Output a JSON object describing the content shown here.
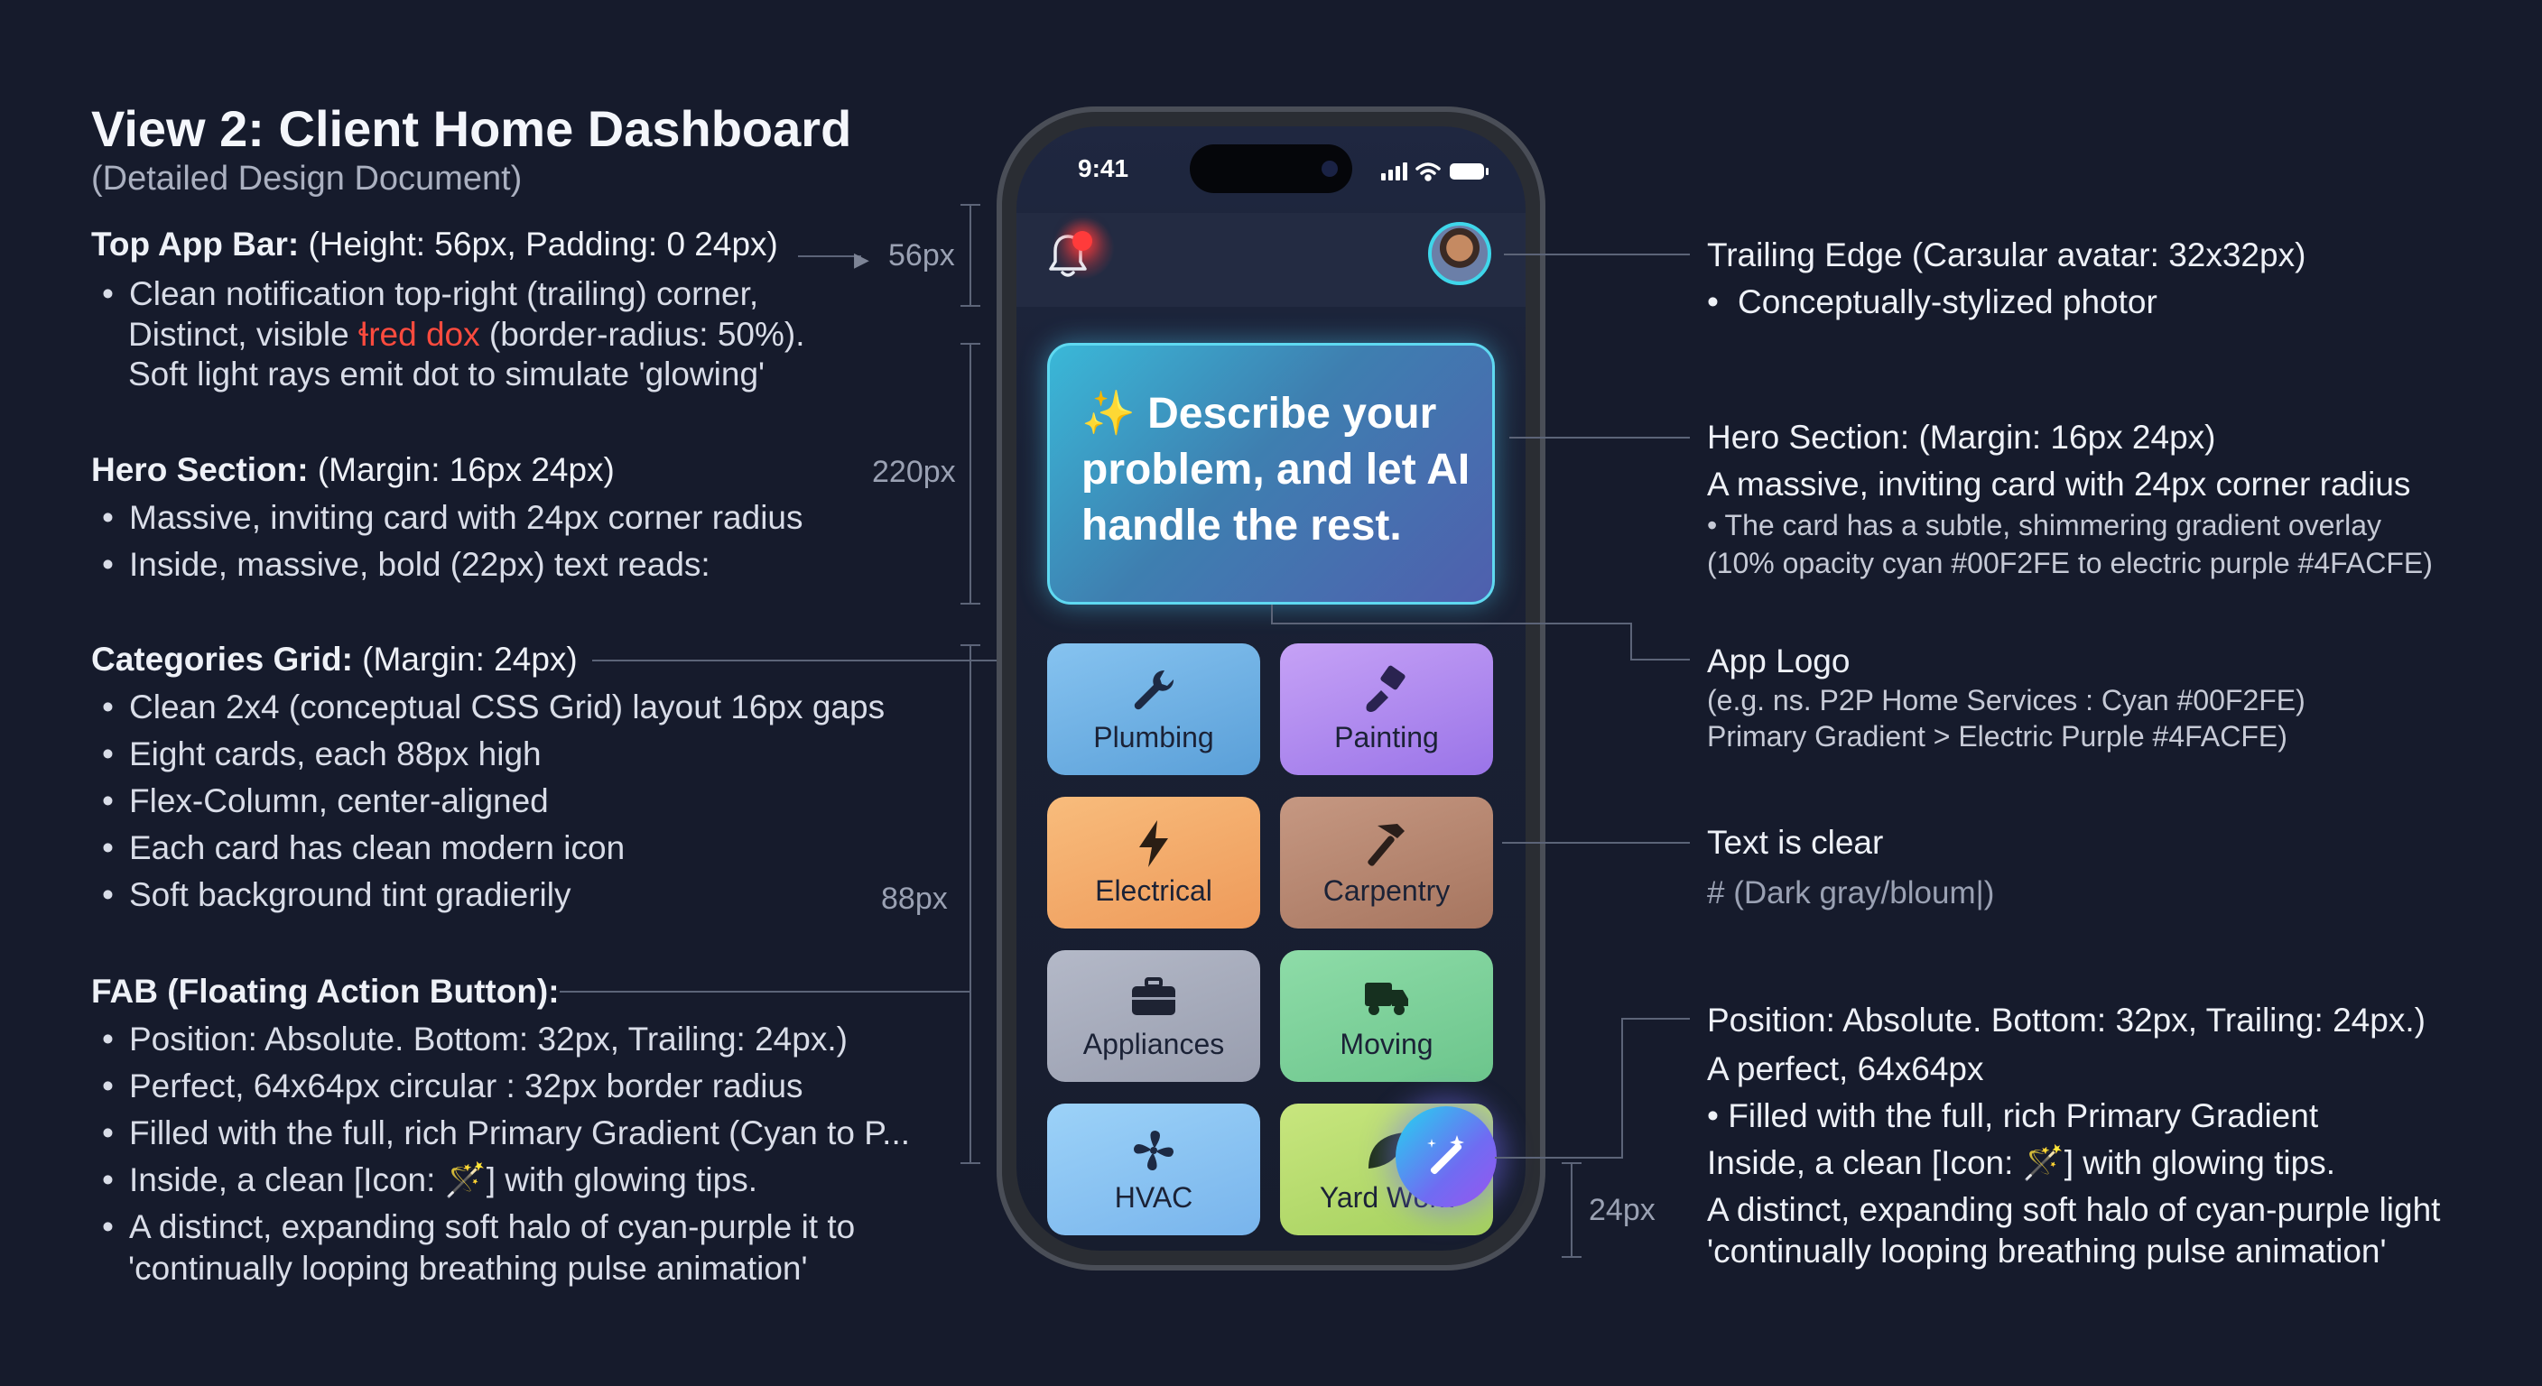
{
  "doc": {
    "title": "View 2: Client Home Dashboard",
    "subtitle": "(Detailed Design Document)"
  },
  "left": {
    "topbar_head": "Top App Bar:",
    "topbar_spec": " (Height: 56px, Padding: 0 24px)",
    "topbar_b1": "Clean notification top-right (trailing) corner,",
    "topbar_b1_c1_pre": "Distinct, visible ",
    "topbar_b1_c1_red": "ɬred dox",
    "topbar_b1_c1_post": " (border-radius: 50%).",
    "topbar_b1_c2": "Soft light rays emit dot to simulate 'glowing'",
    "hero_head": "Hero Section:",
    "hero_spec": " (Margin: 16px 24px)",
    "hero_b1": "Massive, inviting card with 24px corner radius",
    "hero_b2": "Inside,  massive, bold (22px) text reads:",
    "grid_head": "Categories Grid:",
    "grid_spec": " (Margin: 24px)",
    "grid_b": [
      "Clean 2x4 (conceptual CSS Grid) layout 16px gaps",
      "Eight cards, each 88px high",
      "Flex-Column, center-aligned",
      "Each card has clean modern icon",
      "Soft background tint gradierily"
    ],
    "fab_head": "FAB (Floating Action Button):",
    "fab_b": [
      "Position: Absolute. Bottom: 32px, Trailing: 24px.)",
      "Perfect, 64x64px circular : 32px border radius",
      "Filled with the full, rich Primary Gradient (Cyan to P...",
      "Inside, a clean [Icon: 🪄] with glowing tips.",
      "A distinct, expanding soft halo of cyan-purple it to"
    ],
    "fab_b5_cont": "'continually looping breathing pulse animation'"
  },
  "measures": {
    "m56": "56px",
    "m220": "220px",
    "m88": "88px",
    "m24": "24px"
  },
  "right": {
    "avatar_head": "Trailing Edge (Carɜular avatar: 32x32px)",
    "avatar_b1": "Conceptually-stylized photor",
    "hero_head": "Hero Section: (Margin: 16px 24px)",
    "hero_l2": "A massive, inviting card with 24px corner radius",
    "hero_l3": "• The card has a subtle, shimmering gradient overlay",
    "hero_l4": "(10% opacity cyan #00F2FE to electric purple #4FACFE)",
    "logo_head": "App Logo",
    "logo_l2": "(e.g. ns. P2P Home Services : Cyan #00F2FE)",
    "logo_l3": "Primary Gradient > Electric Purple #4FACFE)",
    "text_head": "Text is clear",
    "text_l2": "# (Dark gray/bloum|)",
    "fab_head": "Position: Absolute. Bottom: 32px, Trailing: 24px.)",
    "fab_l2": "A perfect, 64x64px",
    "fab_l3": "• Filled with the full, rich Primary Gradient",
    "fab_l4": "Inside, a clean [Icon: 🪄] with glowing tips.",
    "fab_l5": "A distinct, expanding soft halo of cyan-purple light",
    "fab_l6": "'continually looping breathing pulse animation'"
  },
  "phone": {
    "time": "9:41",
    "hero_sparkle": "✨",
    "hero_text": "Describe your problem, and let AI handle the rest.",
    "categories": [
      {
        "label": "Plumbing",
        "icon": "wrench-icon",
        "color": "#6fb4e8"
      },
      {
        "label": "Painting",
        "icon": "paintbrush-icon",
        "color": "#b48ef2"
      },
      {
        "label": "Electrical",
        "icon": "lightning-icon",
        "color": "#f4ac6c"
      },
      {
        "label": "Carpentry",
        "icon": "hammer-icon",
        "color": "#b88670"
      },
      {
        "label": "Appliances",
        "icon": "toolbox-icon",
        "color": "#a8adbd"
      },
      {
        "label": "Moving",
        "icon": "truck-icon",
        "color": "#7fd39c"
      },
      {
        "label": "HVAC",
        "icon": "fan-icon",
        "color": "#8cc8f4"
      },
      {
        "label": "Yard Work",
        "icon": "leaf-icon",
        "color": "#b7dc74"
      }
    ],
    "fab_icon": "magic-wand-icon"
  }
}
